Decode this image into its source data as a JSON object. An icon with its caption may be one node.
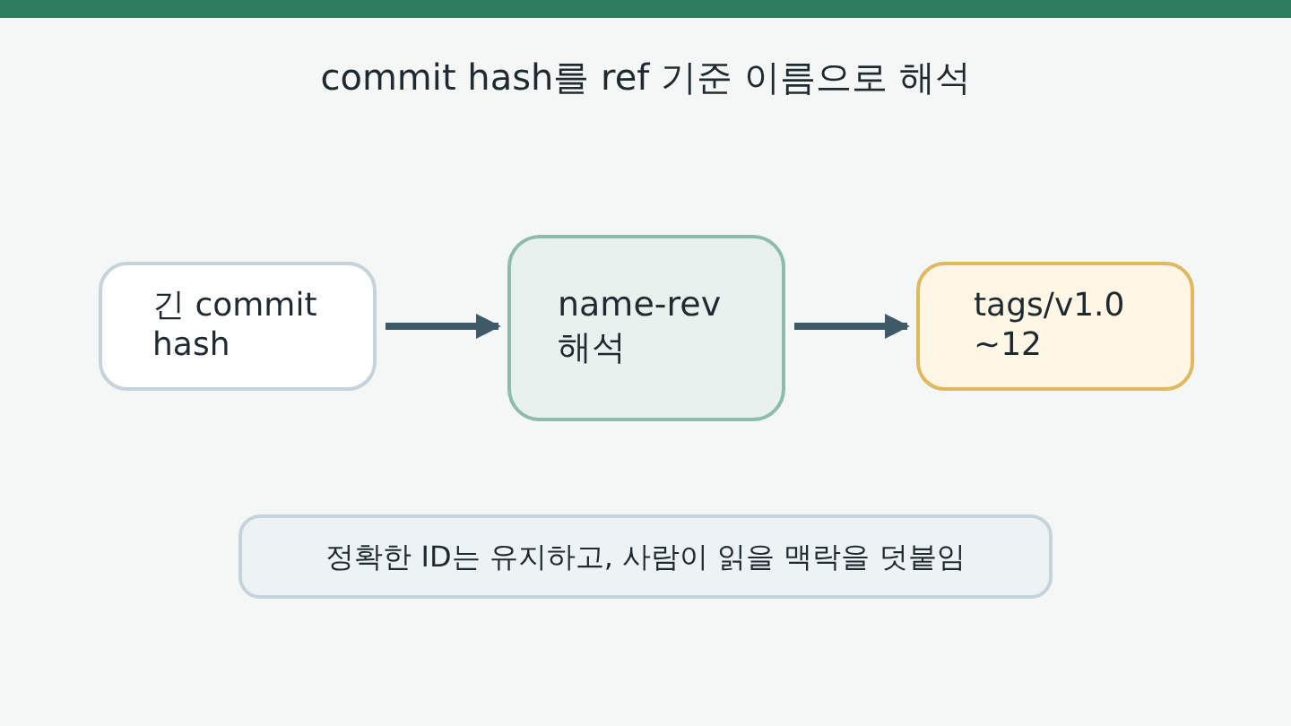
{
  "diagram": {
    "title": "commit hash를 ref 기준 이름으로 해석",
    "nodes": [
      {
        "text": [
          "긴 commit hash"
        ]
      },
      {
        "text": [
          "name-rev 해석"
        ]
      },
      {
        "text": [
          "tags/v1.0 ~12"
        ]
      },
      {
        "text": [
          "정확한 ID는 유지하고, 사람이 읽을 맥락을 덧붙임"
        ]
      }
    ],
    "edges": [
      {
        "from": 0,
        "to": 1,
        "arrow": "to"
      },
      {
        "from": 1,
        "to": 2,
        "arrow": "to"
      }
    ]
  }
}
